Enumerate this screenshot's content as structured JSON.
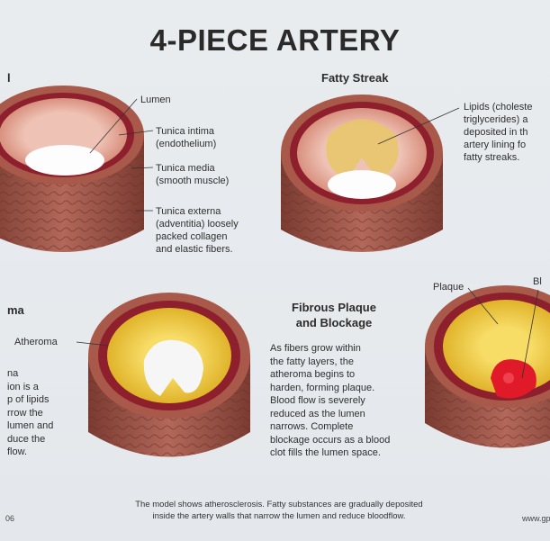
{
  "title": "4-PIECE ARTERY",
  "normal": {
    "heading_fragment": "l",
    "labels": {
      "lumen": "Lumen",
      "intima": "Tunica intima\n(endothelium)",
      "media": "Tunica media\n(smooth muscle)",
      "externa": "Tunica externa\n(adventitia) loosely\npacked collagen\nand elastic fibers."
    }
  },
  "fatty_streak": {
    "heading": "Fatty Streak",
    "description": "Lipids (choleste\ntriglycerides) a\ndeposited in th\nartery lining fo\nfatty streaks."
  },
  "atheroma": {
    "heading_fragment": "ma",
    "label": "Atheroma",
    "description": "na\nion is a\np of lipids\nrrow the\nlumen and\nduce the\nflow."
  },
  "fibrous_plaque": {
    "heading": "Fibrous Plaque\nand Blockage",
    "description": "As fibers grow within\nthe fatty layers, the\natheroma begins to\nharden, forming plaque.\nBlood flow is severely\nreduced as the lumen\nnarrows. Complete\nblockage occurs as a blood\nclot fills the lumen space.",
    "plaque_label": "Plaque",
    "blood_label_fragment": "Bl"
  },
  "caption": "The model shows atherosclerosis. Fatty substances are gradually deposited\ninside the artery walls that narrow the lumen and reduce bloodflow.",
  "corner_left": "06",
  "corner_right": "www.gp",
  "colors": {
    "externa": "#a5584a",
    "externa_dark": "#7d3a30",
    "media": "#8e1f2c",
    "intima": "#e6a999",
    "fat": "#f2cc3c",
    "clot": "#e11a2a"
  }
}
